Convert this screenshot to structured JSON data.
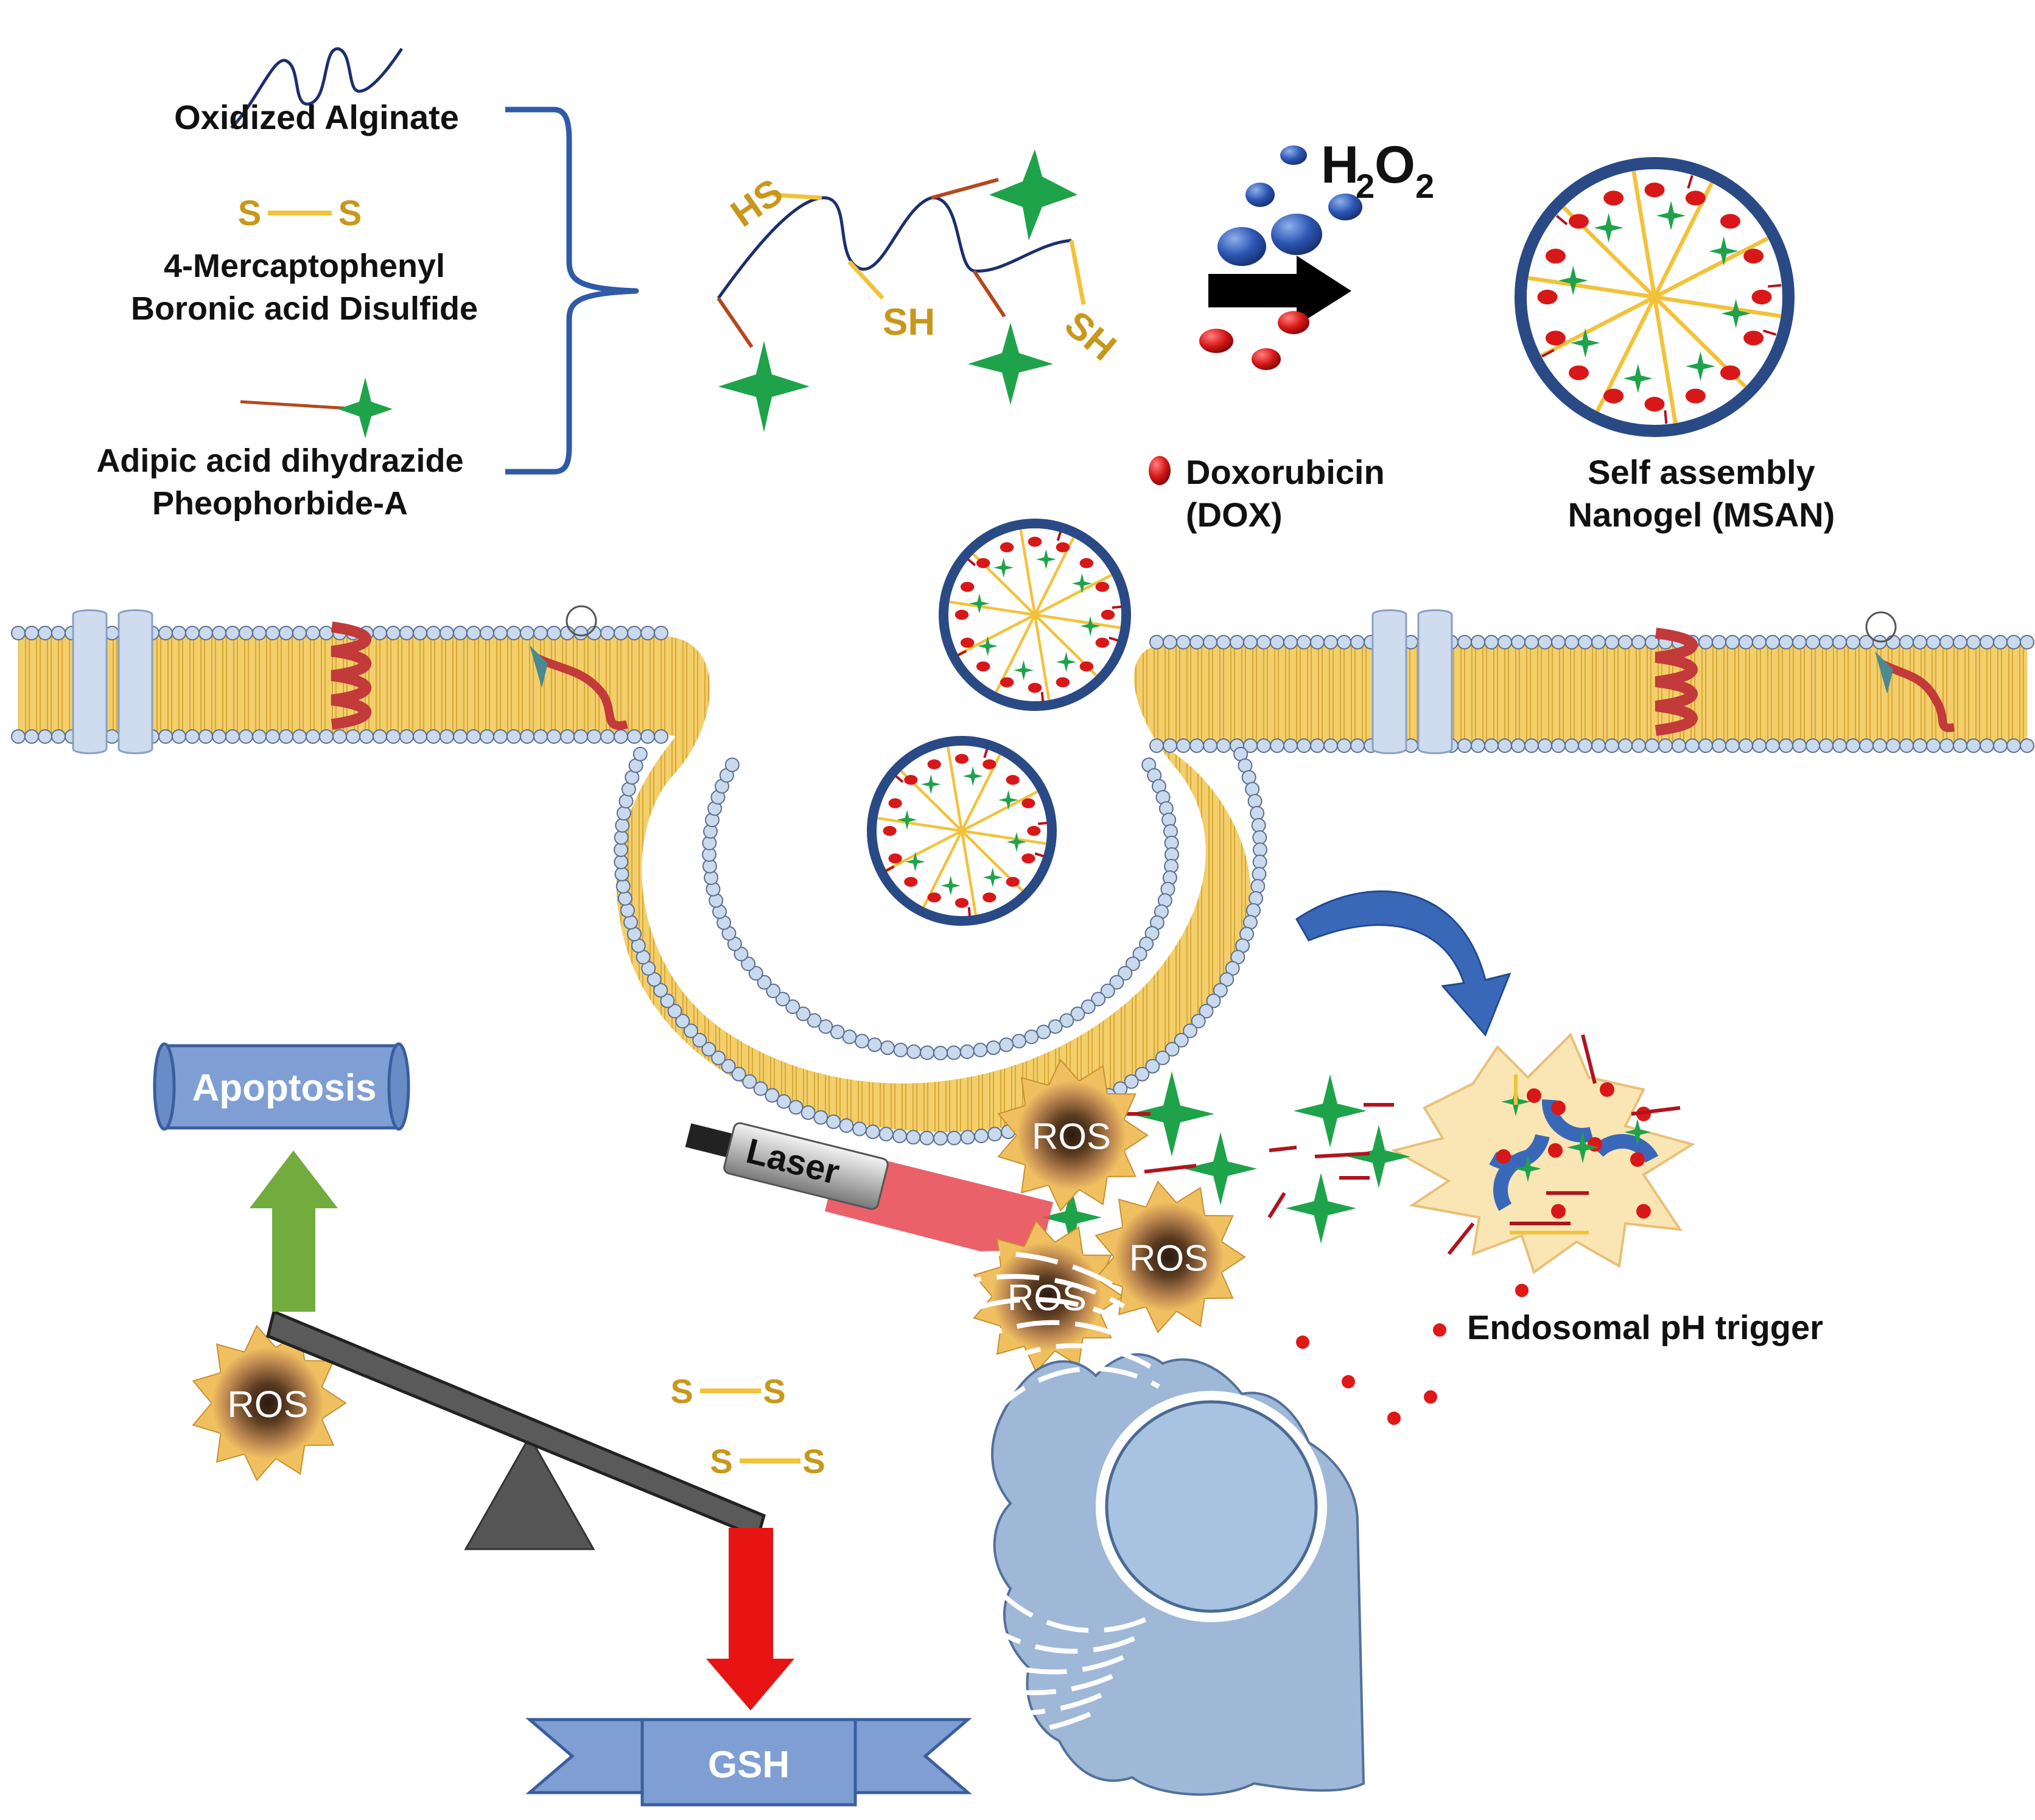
{
  "legend": {
    "alginate": "Oxidized Alginate",
    "boronic_line1": "4-Mercaptophenyl",
    "boronic_line2": "Boronic acid Disulfide",
    "adh_line1": "Adipic acid dihydrazide",
    "adh_line2": "Pheophorbide-A",
    "s_symbol": "S"
  },
  "polymer": {
    "hs": "HS",
    "sh1": "SH",
    "sh2": "SH"
  },
  "reaction": {
    "h2o2_h": "H",
    "h2o2_2a": "2",
    "h2o2_o": "O",
    "h2o2_2b": "2"
  },
  "dox": {
    "line1": "Doxorubicin",
    "line2": "(DOX)"
  },
  "nanogel": {
    "line1": "Self assembly",
    "line2": "Nanogel (MSAN)"
  },
  "apoptosis": "Apoptosis",
  "gsh": "GSH",
  "laser": "Laser",
  "ros": "ROS",
  "endosomal": "Endosomal pH trigger",
  "colors": {
    "membrane_core": "#f3cf6c",
    "lipid_head": "#c9d9ee",
    "nanogel_ring": "#2a4a86",
    "dox": "#d81818",
    "pheo": "#1fa34a",
    "sulfur": "#c8981c",
    "arrow_up": "#72ac3e",
    "arrow_down": "#e81414",
    "banner": "#7f9fd4",
    "laser_beam": "#e8505a"
  }
}
